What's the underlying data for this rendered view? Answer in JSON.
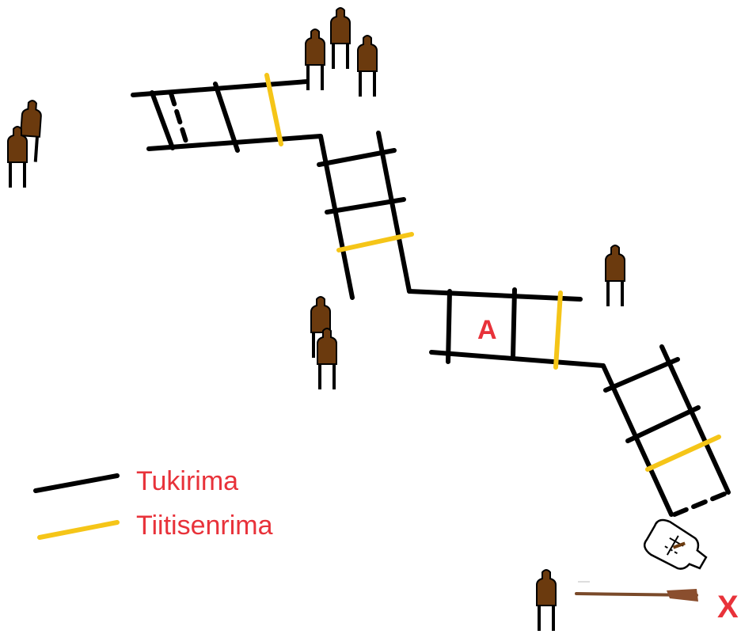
{
  "diagram": {
    "legend": {
      "items": [
        {
          "label": "Tukirima",
          "color": "#000000"
        },
        {
          "label": "Tiitisenrima",
          "color": "#f5c518"
        }
      ]
    },
    "markers": {
      "a": "A",
      "x": "X"
    },
    "colors": {
      "background": "#ffffff",
      "tukirima": "#000000",
      "tiitisenrima": "#f5c518",
      "target": "#6b3a0e",
      "label": "#e8323a"
    },
    "icons": {
      "target": "target-silhouette-icon",
      "shooter": "shooter-position-icon",
      "rifle": "rifle-icon"
    }
  }
}
